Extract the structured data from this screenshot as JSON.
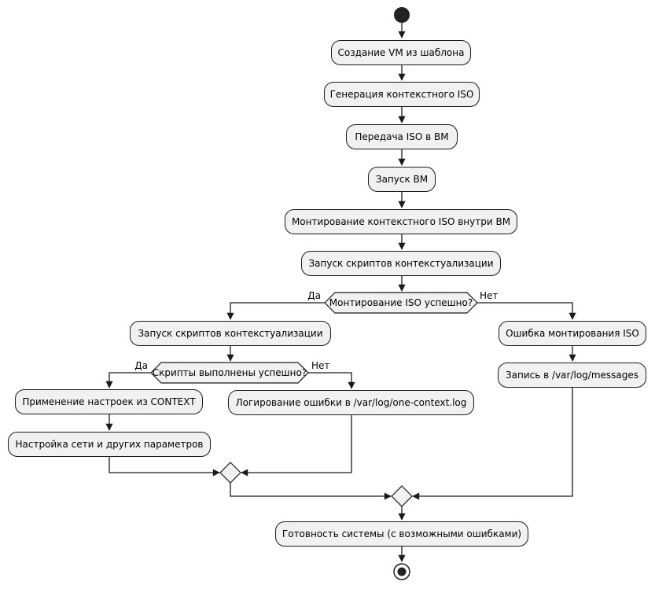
{
  "diagram": {
    "type": "activity-flowchart",
    "language": "ru",
    "colors": {
      "background": "#ffffff",
      "node_fill": "#f1f1f1",
      "node_border": "#1b1b1b",
      "line": "#1b1b1b",
      "start_end_fill": "#222222",
      "text": "#000000"
    },
    "activities": [
      {
        "id": "create-vm",
        "label": "Создание VM из шаблона"
      },
      {
        "id": "generate-iso",
        "label": "Генерация контекстного ISO"
      },
      {
        "id": "transfer-iso",
        "label": "Передача ISO в ВМ"
      },
      {
        "id": "start-vm",
        "label": "Запуск ВМ"
      },
      {
        "id": "mount-iso",
        "label": "Монтирование контекстного ISO внутри ВМ"
      },
      {
        "id": "run-scripts",
        "label": "Запуск скриптов контекстуализации"
      },
      {
        "id": "run-scripts-2",
        "label": "Запуск скриптов контекстуализации"
      },
      {
        "id": "apply-context",
        "label": "Применение настроек из CONTEXT"
      },
      {
        "id": "setup-network",
        "label": "Настройка сети и других параметров"
      },
      {
        "id": "log-error",
        "label": "Логирование ошибки в /var/log/one-context.log"
      },
      {
        "id": "mount-error",
        "label": "Ошибка монтирования ISO"
      },
      {
        "id": "log-messages",
        "label": "Запись в /var/log/messages"
      },
      {
        "id": "system-ready",
        "label": "Готовность системы (с возможными ошибками)"
      }
    ],
    "decisions": [
      {
        "id": "iso-mount-check",
        "label": "Монтирование ISO успешно?",
        "yes": "Да",
        "no": "Нет"
      },
      {
        "id": "scripts-check",
        "label": "Скрипты выполнены успешно?",
        "yes": "Да",
        "no": "Нет"
      }
    ],
    "edges": [
      {
        "from": "start",
        "to": "create-vm"
      },
      {
        "from": "create-vm",
        "to": "generate-iso"
      },
      {
        "from": "generate-iso",
        "to": "transfer-iso"
      },
      {
        "from": "transfer-iso",
        "to": "start-vm"
      },
      {
        "from": "start-vm",
        "to": "mount-iso"
      },
      {
        "from": "mount-iso",
        "to": "run-scripts"
      },
      {
        "from": "run-scripts",
        "to": "iso-mount-check"
      },
      {
        "from": "iso-mount-check",
        "to": "run-scripts-2",
        "label": "Да"
      },
      {
        "from": "iso-mount-check",
        "to": "mount-error",
        "label": "Нет"
      },
      {
        "from": "run-scripts-2",
        "to": "scripts-check"
      },
      {
        "from": "scripts-check",
        "to": "apply-context",
        "label": "Да"
      },
      {
        "from": "scripts-check",
        "to": "log-error",
        "label": "Нет"
      },
      {
        "from": "apply-context",
        "to": "setup-network"
      },
      {
        "from": "setup-network",
        "to": "merge-1"
      },
      {
        "from": "log-error",
        "to": "merge-1"
      },
      {
        "from": "merge-1",
        "to": "merge-2"
      },
      {
        "from": "mount-error",
        "to": "log-messages"
      },
      {
        "from": "log-messages",
        "to": "merge-2"
      },
      {
        "from": "merge-2",
        "to": "system-ready"
      },
      {
        "from": "system-ready",
        "to": "end"
      }
    ]
  }
}
